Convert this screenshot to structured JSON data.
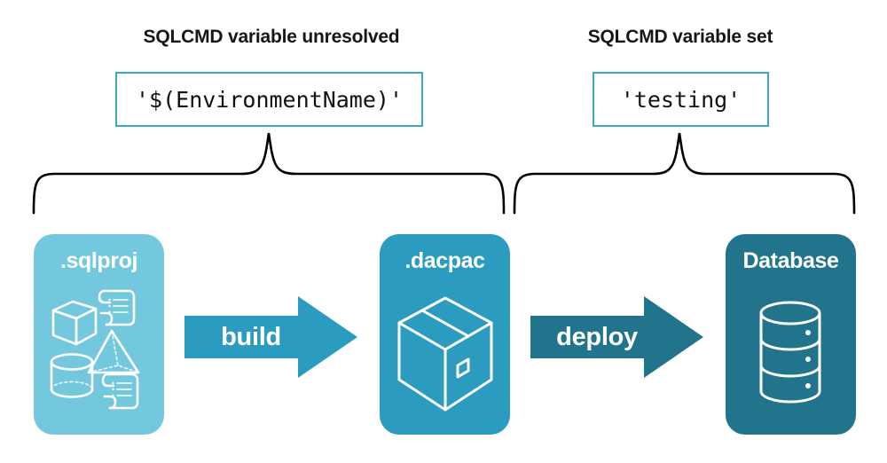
{
  "headings": {
    "left": "SQLCMD variable unresolved",
    "right": "SQLCMD variable set"
  },
  "code_boxes": {
    "left_value": "'$(EnvironmentName)'",
    "right_value": "'testing'"
  },
  "stages": [
    {
      "id": "sqlproj",
      "label": ".sqlproj",
      "fill": "#73C8DE",
      "icons": [
        "cube-icon",
        "scroll-icon",
        "pyramid-icon",
        "cylinder-icon",
        "scroll-icon"
      ]
    },
    {
      "id": "dacpac",
      "label": ".dacpac",
      "fill": "#2B9BBF",
      "icons": [
        "package-box-icon"
      ]
    },
    {
      "id": "database",
      "label": "Database",
      "fill": "#22738C",
      "icons": [
        "database-cylinder-icon"
      ]
    }
  ],
  "arrows": [
    {
      "id": "build",
      "label": "build",
      "fill": "#2B9BBF"
    },
    {
      "id": "deploy",
      "label": "deploy",
      "fill": "#22738C"
    }
  ],
  "braces": [
    {
      "id": "brace-left",
      "spans": "sqlproj-to-dacpac"
    },
    {
      "id": "brace-right",
      "spans": "dacpac-to-database"
    }
  ],
  "colors": {
    "light_blue": "#73C8DE",
    "medium_blue": "#2B9BBF",
    "teal": "#22738C",
    "box_border": "#3AA8C8",
    "text_dark": "#161616",
    "brace_stroke": "#000000",
    "background": "#ffffff"
  }
}
